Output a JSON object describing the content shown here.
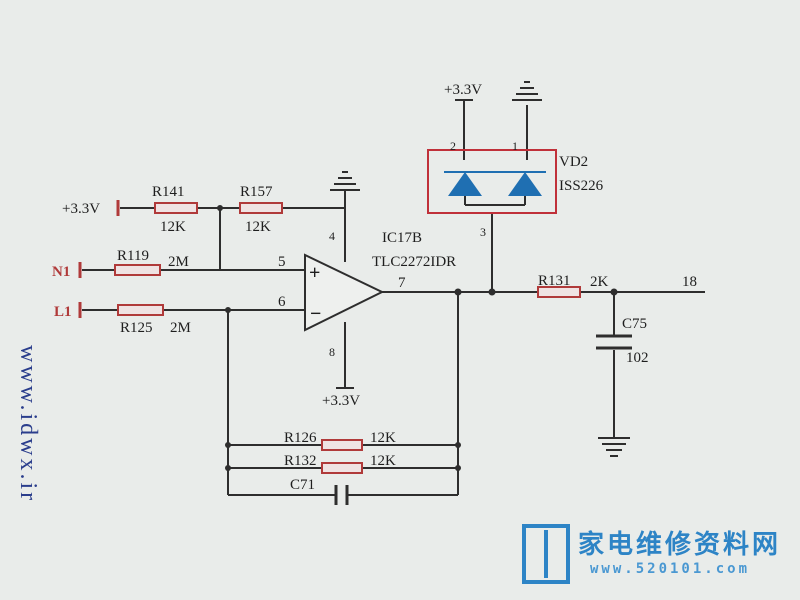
{
  "labels": {
    "v33_left": "+3.3V",
    "v33_top": "+3.3V",
    "v33_bottom": "+3.3V",
    "r141": "R141",
    "r141_val": "12K",
    "r157": "R157",
    "r157_val": "12K",
    "r119": "R119",
    "r119_val": "2M",
    "r125": "R125",
    "r125_val": "2M",
    "n1": "N1",
    "l1": "L1",
    "ic": "IC17B",
    "ic_part": "TLC2272IDR",
    "pin4": "4",
    "pin5": "5",
    "pin6": "6",
    "pin7": "7",
    "pin8": "8",
    "vd2": "VD2",
    "vd2_part": "ISS226",
    "vd2_pin1": "1",
    "vd2_pin2": "2",
    "vd2_pin3": "3",
    "r131": "R131",
    "r131_val": "2K",
    "net18": "18",
    "c75": "C75",
    "c75_val": "102",
    "r126": "R126",
    "r126_val": "12K",
    "r132": "R132",
    "r132_val": "12K",
    "c71": "C71",
    "plus": "+",
    "minus": "−"
  },
  "watermarks": {
    "vertical": "www.idwx.ir",
    "brand_cn": "家电维修资料网",
    "brand_url": "www.520101.com"
  },
  "colors": {
    "wire": "#2e2e2e",
    "resistor": "#b03a3a",
    "diode": "#1f6fb2",
    "highlight_box": "#c0313a"
  }
}
